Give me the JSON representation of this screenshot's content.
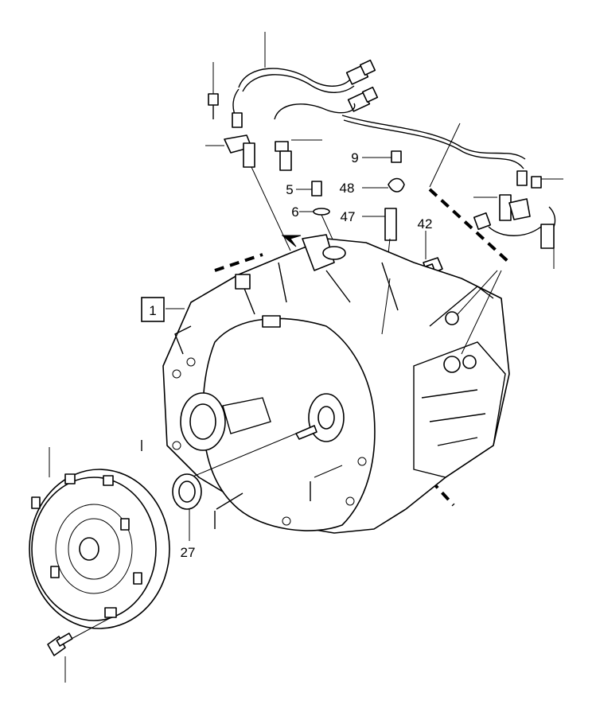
{
  "callouts": {
    "main_assembly": "1",
    "seal": "27",
    "bolt": "42",
    "pin": "47",
    "spring": "48",
    "screw_partial": "5",
    "oring_partial": "6",
    "plug_partial": "9"
  }
}
